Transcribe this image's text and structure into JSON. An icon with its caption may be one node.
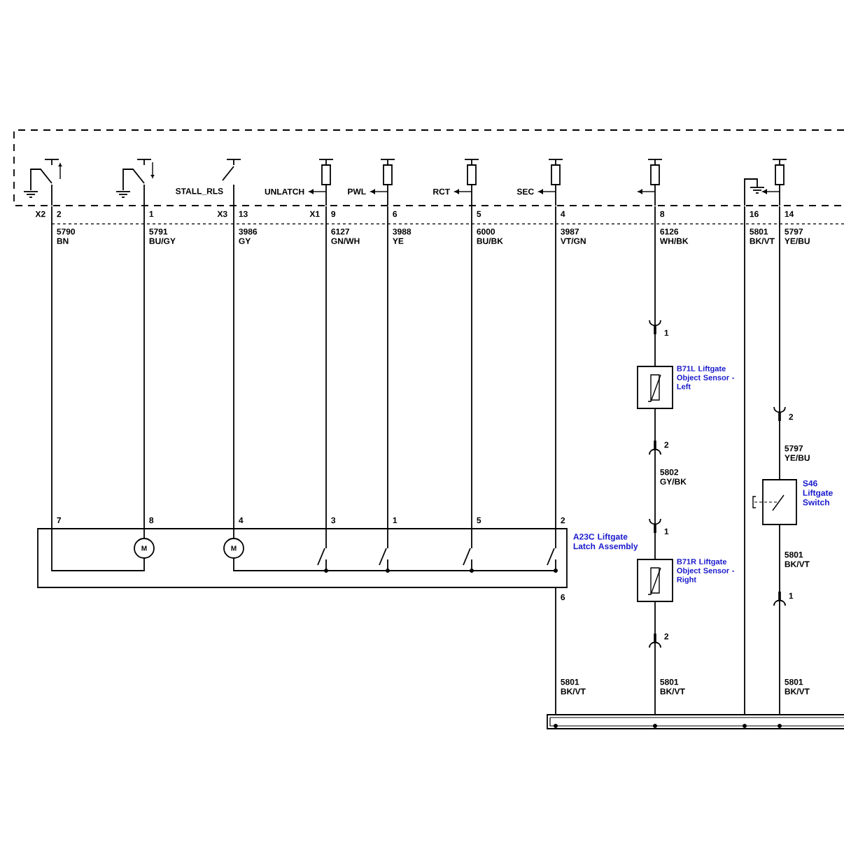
{
  "diagram": {
    "nodes": [
      {
        "text": [],
        "shape": "box"
      },
      {
        "text": [
          "A23C Liftgate Latch Assembly"
        ]
      },
      {
        "text": [
          "M"
        ],
        "in": 1
      },
      {
        "text": [
          "M"
        ],
        "in": 1
      },
      {
        "text": [
          "B71L Liftgate Object Sensor - Left"
        ]
      },
      {
        "text": [
          "B71R Liftgate Object Sensor - Right"
        ]
      },
      {
        "text": [
          "S46 Liftgate Switch"
        ]
      },
      {
        "text": [],
        "shape": "bar"
      }
    ],
    "edges": [
      {
        "from": 0,
        "to": 1,
        "arrow": "none",
        "label": "5790 BN"
      },
      {
        "from": 0,
        "to": 1,
        "arrow": "none",
        "label": "5791 BU/GY"
      },
      {
        "from": 0,
        "to": 1,
        "arrow": "none",
        "label": "3986 GY"
      },
      {
        "from": 0,
        "to": 1,
        "arrow": "none",
        "label": "6127 GN/WH"
      },
      {
        "from": 0,
        "to": 1,
        "arrow": "none",
        "label": "3988 YE"
      },
      {
        "from": 0,
        "to": 1,
        "arrow": "none",
        "label": "6000 BU/BK"
      },
      {
        "from": 0,
        "to": 1,
        "arrow": "none",
        "label": "3987 VT/GN"
      },
      {
        "from": 0,
        "to": 4,
        "arrow": "none",
        "label": "6126 WH/BK"
      },
      {
        "from": 4,
        "to": 5,
        "arrow": "none",
        "label": "5802 GY/BK"
      },
      {
        "from": 5,
        "to": 7,
        "arrow": "none",
        "label": "5801 BK/VT"
      },
      {
        "from": 1,
        "to": 7,
        "arrow": "none",
        "label": "5801 BK/VT"
      },
      {
        "from": 0,
        "to": 7,
        "arrow": "none",
        "label": "5801 BK/VT"
      },
      {
        "from": 0,
        "to": 6,
        "arrow": "none",
        "label": "5797 YE/BU"
      },
      {
        "from": 6,
        "to": 7,
        "arrow": "none",
        "label": "5801 BK/VT"
      }
    ],
    "labels": [
      "X2",
      "2",
      "1",
      "STALL_RLS",
      "X3",
      "13",
      "UNLATCH",
      "X1",
      "9",
      "PWL",
      "6",
      "RCT",
      "5",
      "SEC",
      "4",
      "8",
      "16",
      "14",
      "1",
      "2",
      "5797 YE/BU",
      "2",
      "1",
      "7",
      "8",
      "4",
      "3",
      "1",
      "5",
      "2",
      "6",
      "1",
      "2",
      "5801 BK/VT"
    ]
  }
}
